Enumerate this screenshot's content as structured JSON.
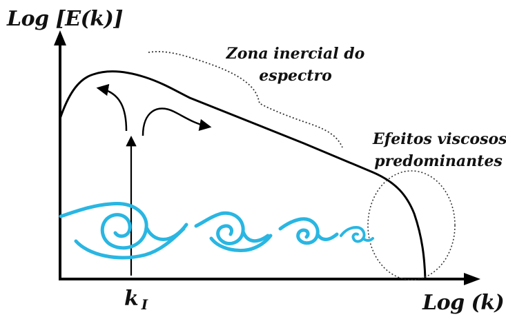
{
  "labels": {
    "y_axis": "Log [E(k)]",
    "x_axis": "Log (k)",
    "k_symbol": "k",
    "k_subscript": "I",
    "inertial_line1": "Zona inercial do",
    "inertial_line2": "espectro",
    "viscous_line1": "Efeitos viscosos",
    "viscous_line2": "predominantes"
  },
  "colors": {
    "curve": "#000000",
    "eddies": "#29b6e2",
    "annotation": "#333333"
  }
}
